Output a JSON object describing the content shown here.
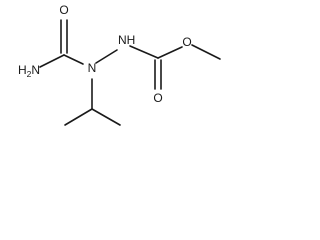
{
  "molecule": {
    "atoms": {
      "carbonyl_o_left": "O",
      "carbonyl_o_right": "O",
      "ester_o": "O",
      "amide_n_symbol": "H",
      "amide_n_subscript": "2",
      "amide_n_tail": "N",
      "n1": "N",
      "n2_n": "N",
      "n2_h": "H"
    }
  }
}
